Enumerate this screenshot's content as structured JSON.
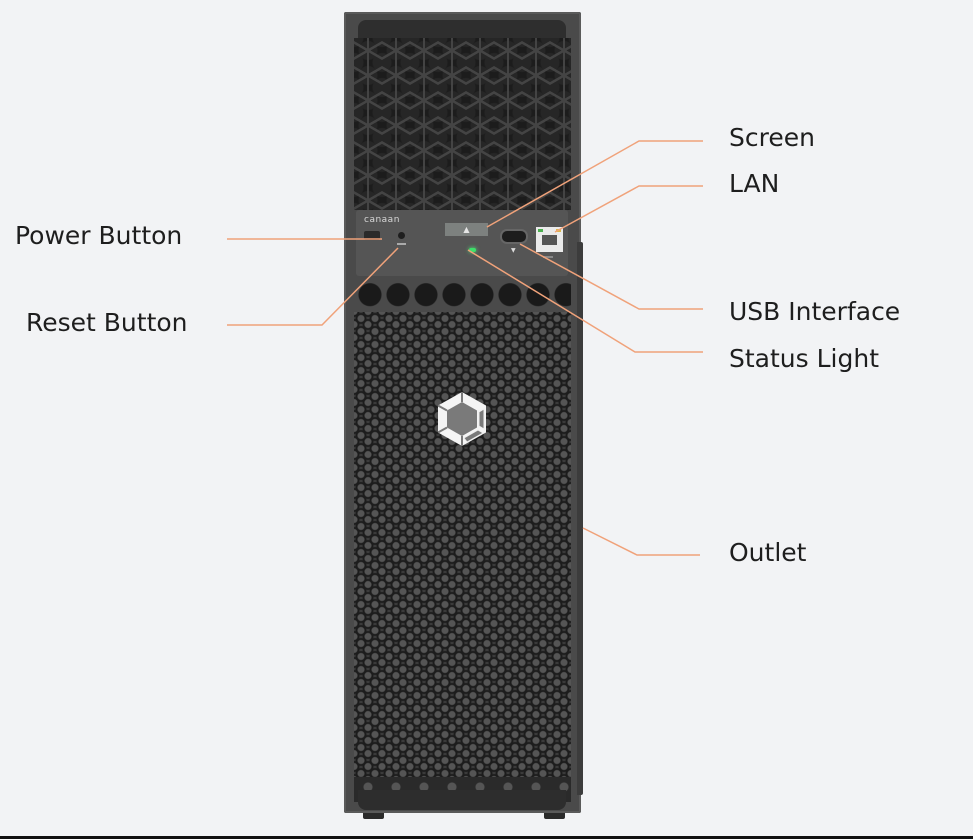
{
  "device": {
    "brand_logo_text": "canaan",
    "screen_glyph": "▲",
    "usb_glyph": "▼"
  },
  "labels": {
    "power_button": "Power Button",
    "reset_button": "Reset Button",
    "screen": "Screen",
    "lan": "LAN",
    "usb_interface": "USB Interface",
    "status_light": "Status Light",
    "outlet": "Outlet"
  },
  "colors": {
    "background": "#f2f3f5",
    "leader_line": "#f0a27a",
    "chassis": "#4a4a4a",
    "status_led": "#3ee06a"
  }
}
